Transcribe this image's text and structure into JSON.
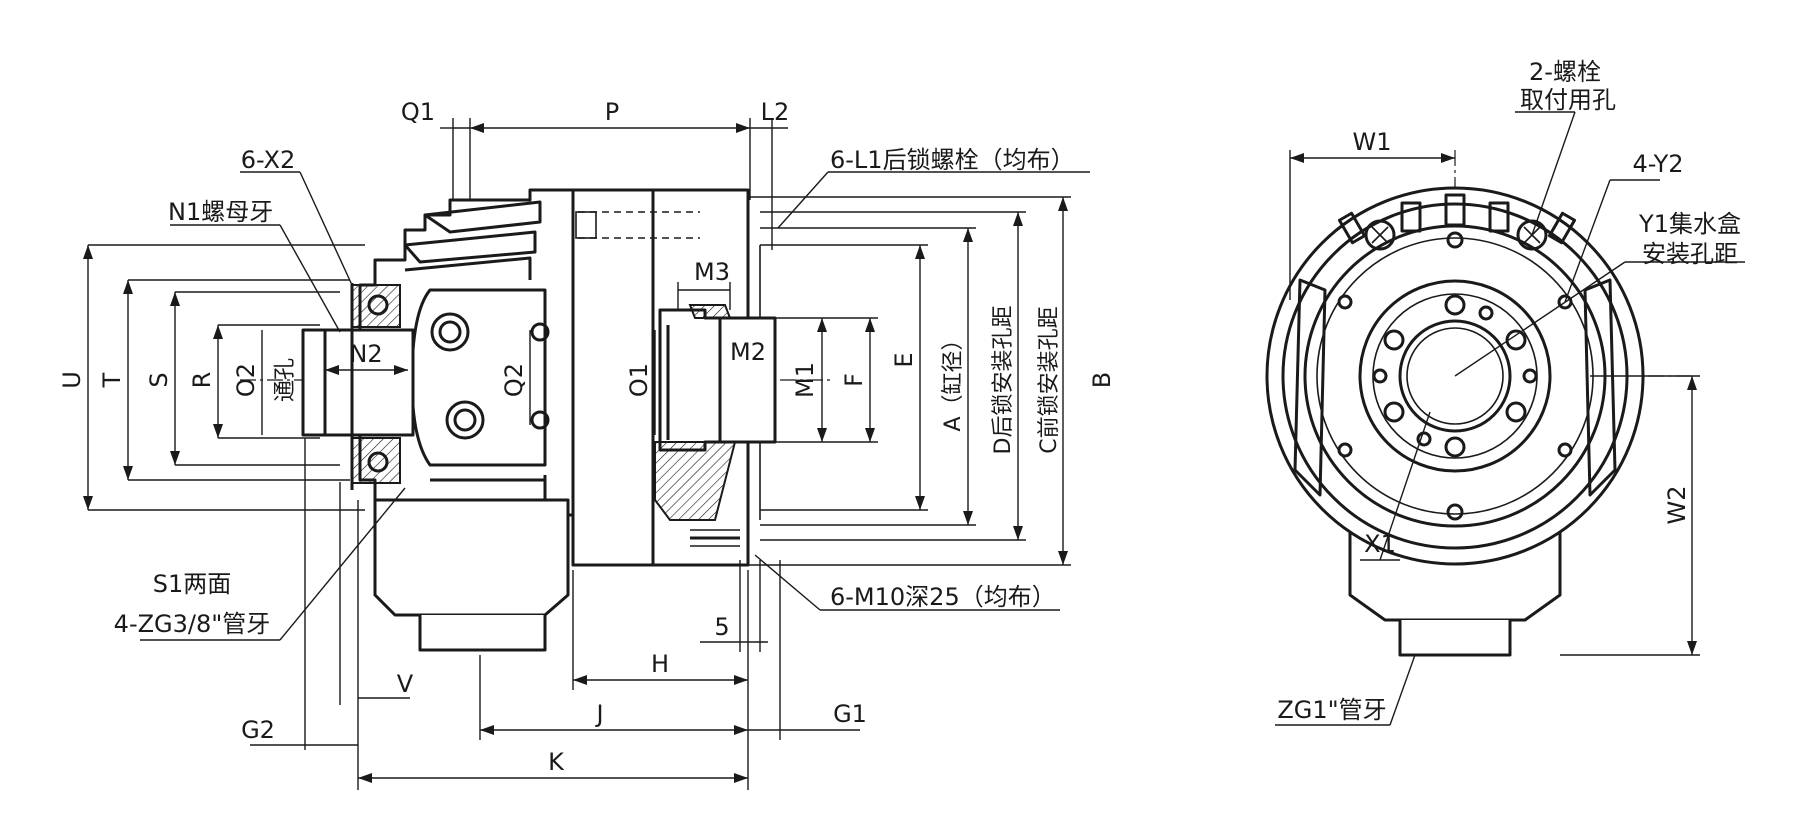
{
  "diagram": {
    "side_view_labels": {
      "q1": "Q1",
      "p": "P",
      "l2": "L2",
      "x2_bolts": "6-X2",
      "l1_bolts": "6-L1后锁螺栓（均布）",
      "n1": "N1螺母牙",
      "m3": "M3",
      "m2": "M2",
      "n2": "N2",
      "u": "U",
      "t": "T",
      "s": "S",
      "r": "R",
      "o2": "O2",
      "bore": "通孔",
      "q2": "Q2",
      "o1": "O1",
      "m1": "M1",
      "f": "F",
      "e": "E",
      "a": "A（缸径）",
      "d": "D后锁安装孔距",
      "c": "C前锁安装孔距",
      "b": "B",
      "s1": "S1两面",
      "zg38": "4-ZG3/8\"管牙",
      "m10": "6-M10深25（均布）",
      "five": "5",
      "h": "H",
      "v": "V",
      "j": "J",
      "g1": "G1",
      "g2": "G2",
      "k": "K"
    },
    "front_view_labels": {
      "w1": "W1",
      "bolt2_line1": "2-螺栓",
      "bolt2_line2": "取付用孔",
      "y2": "4-Y2",
      "y1_line1": "Y1集水盒",
      "y1_line2": "安装孔距",
      "w2": "W2",
      "x1": "X1",
      "zg1": "ZG1\"管牙"
    }
  }
}
